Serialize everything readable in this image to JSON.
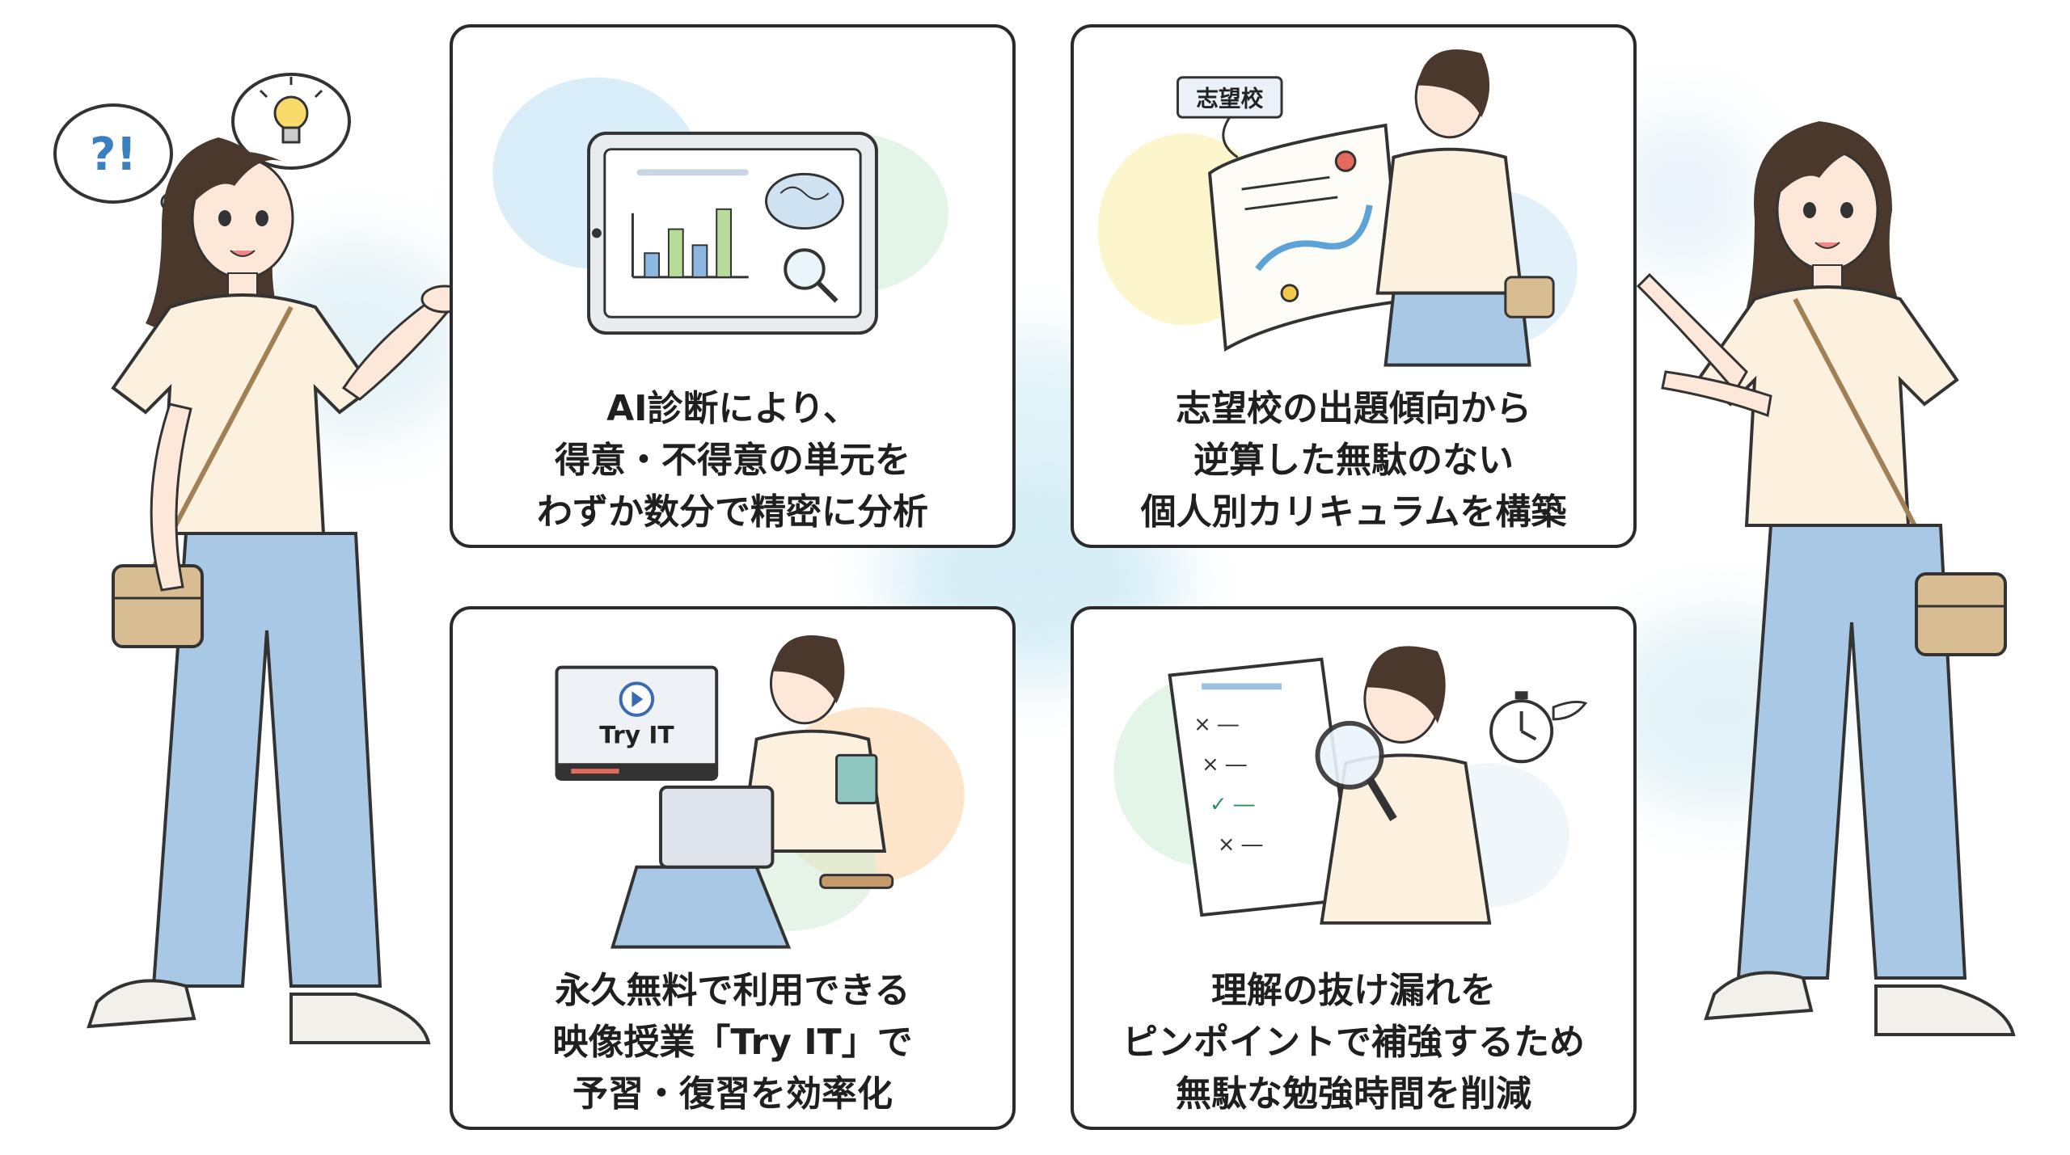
{
  "cards": [
    {
      "lines": [
        "AI診断により、",
        "得意・不得意の単元を",
        "わずか数分で精密に分析"
      ]
    },
    {
      "lines": [
        "志望校の出題傾向から",
        "逆算した無駄のない",
        "個人別カリキュラムを構築"
      ],
      "tag": "志望校"
    },
    {
      "lines": [
        "永久無料で利用できる",
        "映像授業「Try IT」で",
        "予習・復習を効率化"
      ],
      "video_label": "Try IT"
    },
    {
      "lines": [
        "理解の抜け漏れを",
        "ピンポイントで補強するため",
        "無駄な勉強時間を削減"
      ]
    }
  ],
  "thought_bubble": {
    "left": "?!"
  },
  "colors": {
    "border": "#2a2a2a",
    "jeans": "#a9c8e6",
    "shirt": "#fbf1de",
    "bag": "#d8bd93",
    "hair": "#4a382c"
  }
}
